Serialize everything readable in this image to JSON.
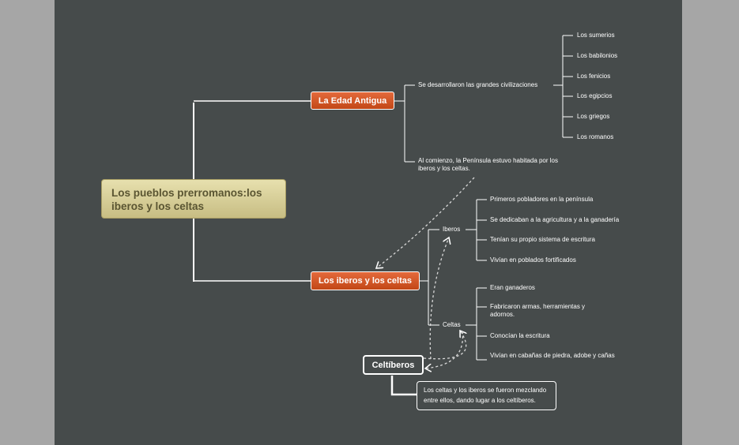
{
  "central_topic": "Los pueblos prerromanos:los iberos y los celtas",
  "edad_antigua": {
    "label": "La Edad Antigua",
    "civilizaciones_label": "Se desarrollaron las grandes civilizaciones",
    "civilizaciones": [
      "Los sumerios",
      "Los babilonios",
      "Los fenicios",
      "Los egipcios",
      "Los griegos",
      "Los romanos"
    ],
    "peninsula_note": "Al comienzo, la Península estuvo habitada por los iberos y los celtas."
  },
  "iberos_celtas": {
    "label": "Los iberos y los celtas",
    "iberos": {
      "label": "Iberos",
      "facts": [
        "Primeros pobladores en la península",
        "Se dedicaban a la agricultura y a la ganadería",
        "Tenían su propio sistema de escritura",
        "Vivían en poblados fortificados"
      ]
    },
    "celtas": {
      "label": "Celtas",
      "facts": [
        "Eran ganaderos",
        "Fabricaron armas, herramientas y adornos.",
        "Conocían la escritura",
        "Vivían en cabañas de piedra, adobe y cañas"
      ]
    }
  },
  "celtiberos": {
    "label": "Celtíberos",
    "note": "Los celtas y los iberos se fueron mezclando entre ellos, dando lugar a los celtíberos."
  },
  "colors": {
    "canvas": "#464b4b",
    "outside": "#a6a6a6",
    "topic_orange": "#d9572a",
    "central_fill": "#d8cf98",
    "central_text": "#5a5532",
    "line": "#ffffff"
  }
}
